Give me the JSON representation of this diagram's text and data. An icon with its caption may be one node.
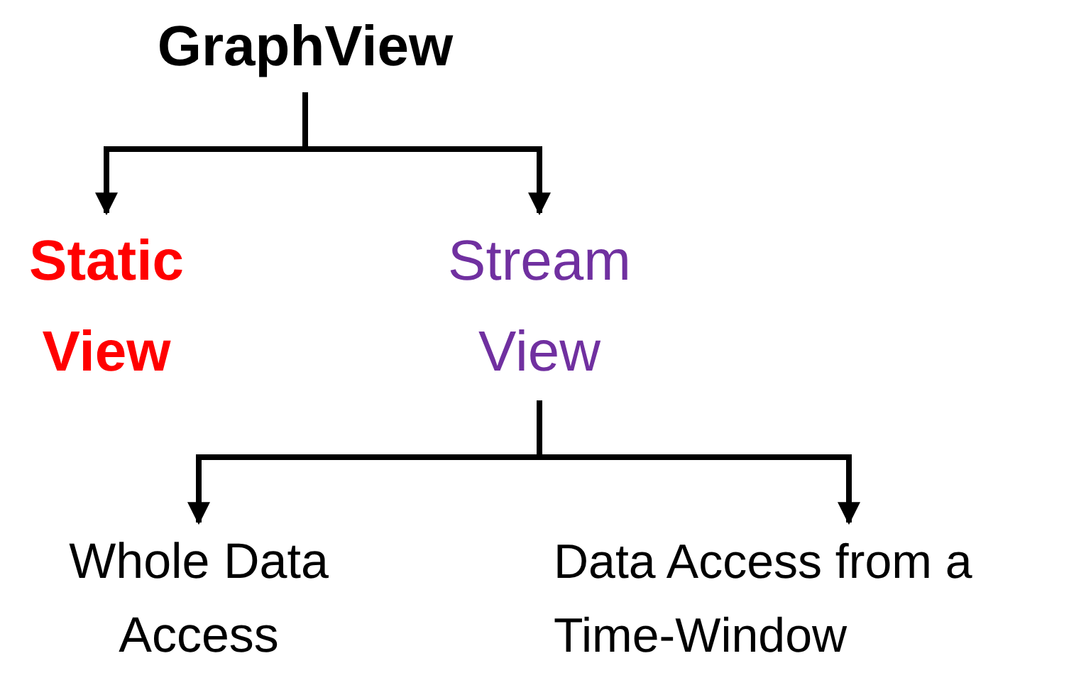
{
  "diagram": {
    "nodes": [
      {
        "text": [
          "GraphView"
        ]
      },
      {
        "text": [
          "Static View"
        ]
      },
      {
        "text": [
          "Stream View"
        ]
      },
      {
        "text": [
          "Whole Data Access"
        ]
      },
      {
        "text": [
          "Data Access from a Time-Window"
        ]
      }
    ],
    "edges": [
      {
        "from": 0,
        "to": 1,
        "arrow": "to"
      },
      {
        "from": 0,
        "to": 2,
        "arrow": "to"
      },
      {
        "from": 2,
        "to": 3,
        "arrow": "to"
      },
      {
        "from": 2,
        "to": 4,
        "arrow": "to"
      }
    ]
  }
}
